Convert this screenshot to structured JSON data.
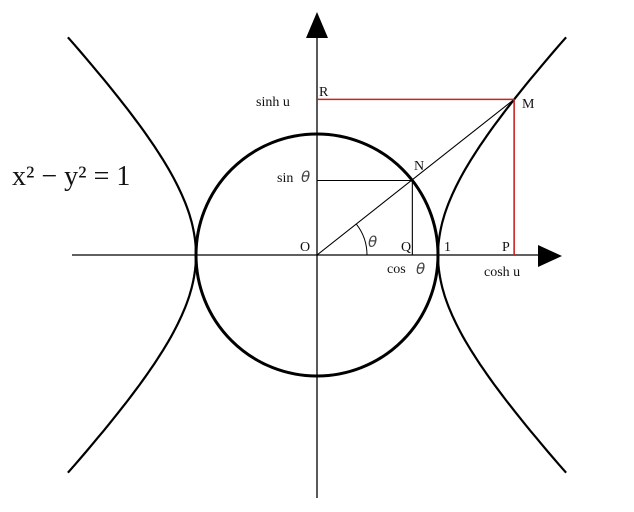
{
  "equation": "x² − y² = 1",
  "labels": {
    "R": "R",
    "M": "M",
    "N": "N",
    "O": "O",
    "Q": "Q",
    "one": "1",
    "P": "P",
    "sinh_u": "sinh u",
    "cosh_u": "cosh u",
    "sin": "sin",
    "cos": "cos",
    "theta": "θ"
  },
  "params": {
    "u": 1.07,
    "theta_deg": 38
  },
  "colors": {
    "ink": "#000000",
    "highlight": "#cc2222"
  }
}
